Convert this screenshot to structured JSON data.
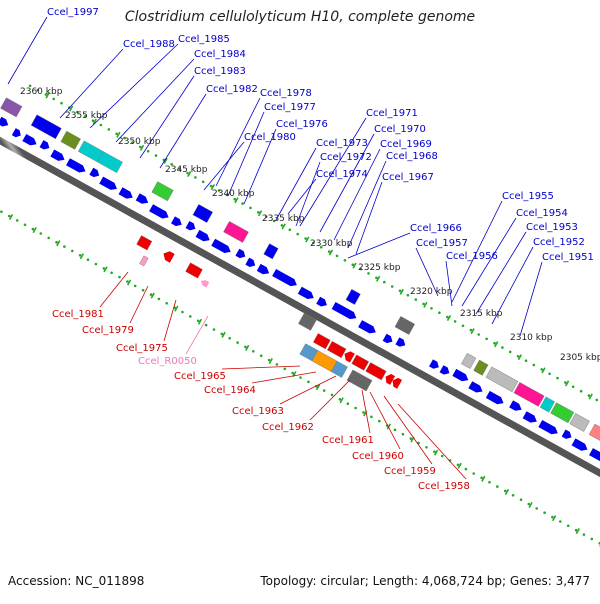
{
  "title": "Clostridium cellulolyticum H10, complete genome",
  "footer": {
    "accession": "Accession: NC_011898",
    "summary": "Topology: circular; Length: 4,068,724 bp; Genes: 3,477"
  },
  "colors": {
    "forward": "#0000ee",
    "reverse": "#ee0000",
    "rna": "#ff99cc",
    "backbone": "#888888",
    "ticks": "#22aa22",
    "cog": [
      "#6a8f1f",
      "#00cccc",
      "#33cc33",
      "#ff1493",
      "#666666",
      "#bbbbbb",
      "#5599cc",
      "#ff9900",
      "#ff8080",
      "#8855aa"
    ]
  },
  "kbp_markers": [
    "2360 kbp",
    "2355 kbp",
    "2350 kbp",
    "2345 kbp",
    "2340 kbp",
    "2335 kbp",
    "2330 kbp",
    "2325 kbp",
    "2320 kbp",
    "2315 kbp",
    "2310 kbp",
    "2305 kbp"
  ],
  "labels_upper": [
    "Ccel_1997",
    "Ccel_1988",
    "Ccel_1985",
    "Ccel_1984",
    "Ccel_1983",
    "Ccel_1982",
    "Ccel_1978",
    "Ccel_1977",
    "Ccel_1976",
    "Ccel_1980",
    "Ccel_1971",
    "Ccel_1970",
    "Ccel_1973",
    "Ccel_1969",
    "Ccel_1972",
    "Ccel_1968",
    "Ccel_1974",
    "Ccel_1967",
    "Ccel_1955",
    "Ccel_1954",
    "Ccel_1953",
    "Ccel_1966",
    "Ccel_1957",
    "Ccel_1952",
    "Ccel_1956",
    "Ccel_1951"
  ],
  "labels_lower": [
    "Ccel_1981",
    "Ccel_1979",
    "Ccel_1975",
    "Ccel_R0050",
    "Ccel_1965",
    "Ccel_1964",
    "Ccel_1963",
    "Ccel_1962",
    "Ccel_1961",
    "Ccel_1960",
    "Ccel_1959",
    "Ccel_1958"
  ]
}
